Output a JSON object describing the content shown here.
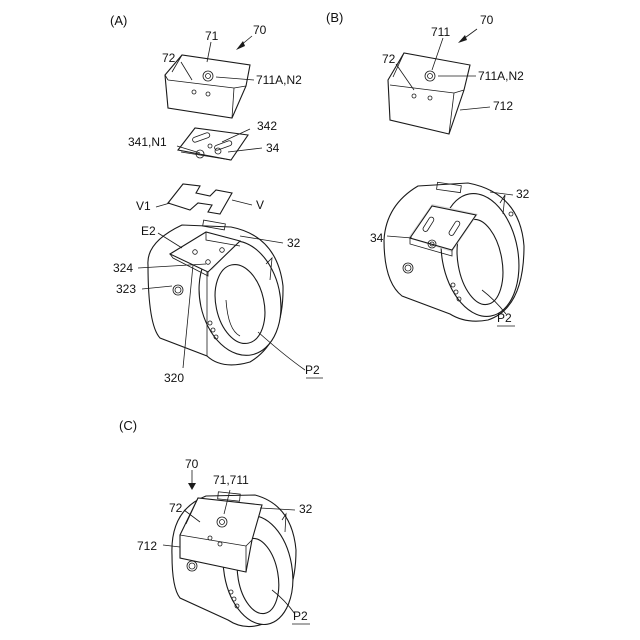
{
  "panels": {
    "a": "(A)",
    "b": "(B)",
    "c": "(C)"
  },
  "labels": {
    "a_70": "70",
    "a_71": "71",
    "a_72": "72",
    "a_711A_N2": "711A,N2",
    "a_341_N1": "341,N1",
    "a_342": "342",
    "a_34": "34",
    "a_V1": "V1",
    "a_V": "V",
    "a_E2": "E2",
    "a_32": "32",
    "a_324": "324",
    "a_323": "323",
    "a_320": "320",
    "a_P2": "P2",
    "b_70": "70",
    "b_711": "711",
    "b_72": "72",
    "b_711A_N2": "711A,N2",
    "b_712": "712",
    "b_32": "32",
    "b_34": "34",
    "b_P2": "P2",
    "c_70": "70",
    "c_71_711": "71,711",
    "c_72": "72",
    "c_32": "32",
    "c_712": "712",
    "c_P2": "P2"
  }
}
